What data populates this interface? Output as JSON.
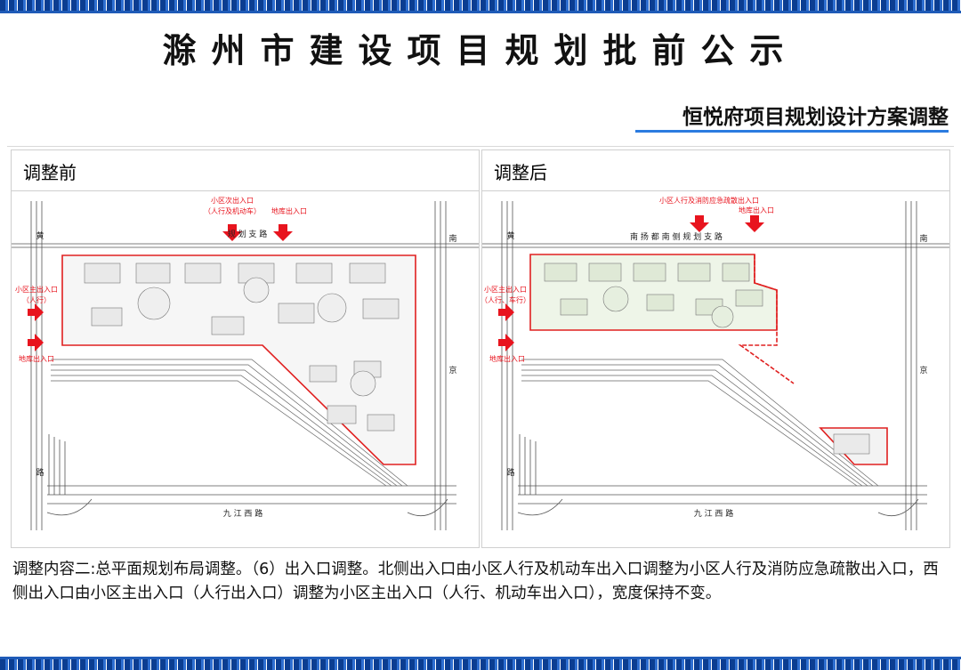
{
  "header": {
    "title": "滁州市建设项目规划批前公示",
    "subtitle": "恒悦府项目规划设计方案调整"
  },
  "before": {
    "heading": "调整前",
    "labels": {
      "secondary_gate": "小区次出入口",
      "secondary_gate_sub": "（人行及机动车）",
      "garage_north": "地库出入口",
      "main_gate": "小区主出入口",
      "main_gate_sub": "（人行）",
      "garage_west": "地库出入口",
      "road_north": "规 划 支 路",
      "road_west_top": "黄",
      "road_west_bottom": "路",
      "road_east_top": "南",
      "road_east_mid": "京",
      "road_south": "九 江 西 路"
    }
  },
  "after": {
    "heading": "调整后",
    "labels": {
      "fire_gate": "小区人行及消防应急疏散出入口",
      "garage_north": "地库出入口",
      "main_gate": "小区主出入口",
      "main_gate_sub": "（人行、车行）",
      "garage_west": "地库出入口",
      "road_north": "南 扬 都 南 侧 规 划 支 路",
      "road_west_top": "黄",
      "road_west_bottom": "路",
      "road_east_top": "南",
      "road_east_mid": "京",
      "road_south": "九 江 西 路"
    }
  },
  "description": "调整内容二:总平面规划布局调整。（6）出入口调整。北侧出入口由小区人行及机动车出入口调整为小区人行及消防应急疏散出入口，西侧出入口由小区主出入口（人行出入口）调整为小区主出入口（人行、机动车出入口），宽度保持不变。",
  "colors": {
    "accent_blue": "#2b7be0",
    "stripe_dark": "#0b3d91",
    "boundary_red": "#e02020",
    "arrow_red": "#e8141e",
    "plan_green": "#eef5e8"
  },
  "icons": [
    "entrance-arrow-down-icon",
    "entrance-arrow-right-icon"
  ]
}
